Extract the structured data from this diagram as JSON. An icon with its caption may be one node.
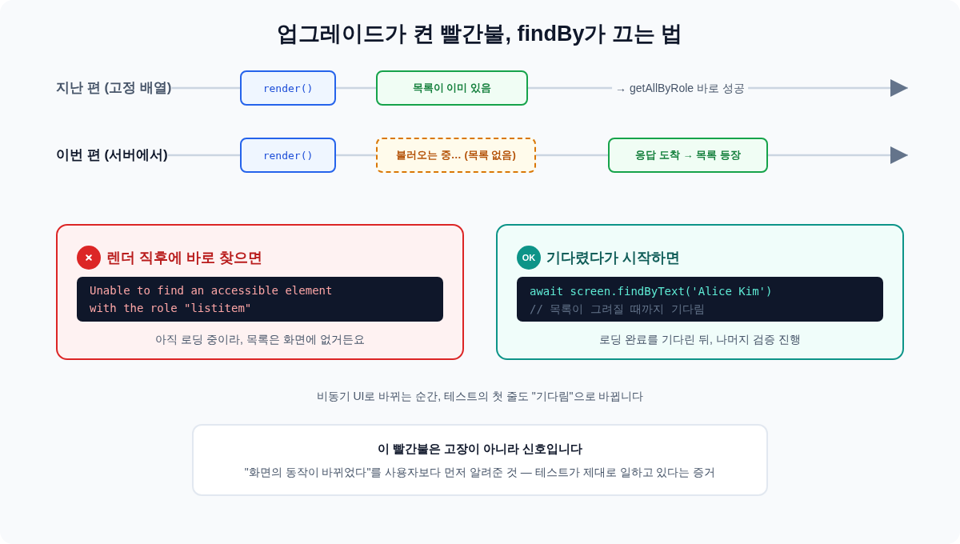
{
  "diagram": {
    "title": "업그레이드가 켠 빨간불, findBy가 끄는 법",
    "nodes": [
      {
        "text": [
          "지난 편 (고정 배열)"
        ]
      },
      {
        "text": [
          "render()"
        ]
      },
      {
        "text": [
          "목록이 이미 있음"
        ]
      },
      {
        "text": [
          "이번 편 (서버에서)"
        ]
      },
      {
        "text": [
          "render()"
        ]
      },
      {
        "text": [
          "불러오는 중… (목록 없음)"
        ]
      },
      {
        "text": [
          "응답 도착 → 목록 등장"
        ]
      },
      {
        "text": [
          "렌더 직후에 바로 찾으면",
          "아직 로딩 중이라, 목록은 화면에 없거든요"
        ]
      },
      {
        "text": [],
        "shape": "circle",
        "in": 7
      },
      {
        "text": [
          "Unable to find an accessible element with the role \"listitem\""
        ],
        "in": 7
      },
      {
        "text": [
          "기다렸다가 시작하면",
          "로딩 완료를 기다린 뒤, 나머지 검증 진행"
        ]
      },
      {
        "text": [
          "OK"
        ],
        "in": 10
      },
      {
        "text": [
          "await screen.findByText('Alice Kim')",
          "// 목록이 그려질 때까지 기다림"
        ],
        "in": 10
      },
      {
        "text": [
          "이 빨간불은 고장이 아니라 신호입니다",
          "\"화면의 동작이 바뀌었다\"를 사용자보다 먼저 알려준 것 — 테스트가 제대로 일하고 있다는 증거"
        ]
      }
    ],
    "edges": [
      {
        "from": 0,
        "to": 1,
        "arrow": "none"
      },
      {
        "from": 1,
        "to": 2,
        "arrow": "none"
      },
      {
        "from": 2,
        "to": null,
        "arrow": "to",
        "label": "→ getAllByRole 바로 성공"
      },
      {
        "from": 3,
        "to": 4,
        "arrow": "none"
      },
      {
        "from": 4,
        "to": 5,
        "arrow": "none"
      },
      {
        "from": 5,
        "to": 6,
        "arrow": "none"
      },
      {
        "from": 6,
        "to": null,
        "arrow": "to"
      }
    ],
    "labels": [
      "비동기 UI로 바뀌는 순간, 테스트의 첫 줄도 \"기다림\"으로 바뀝니다"
    ]
  }
}
